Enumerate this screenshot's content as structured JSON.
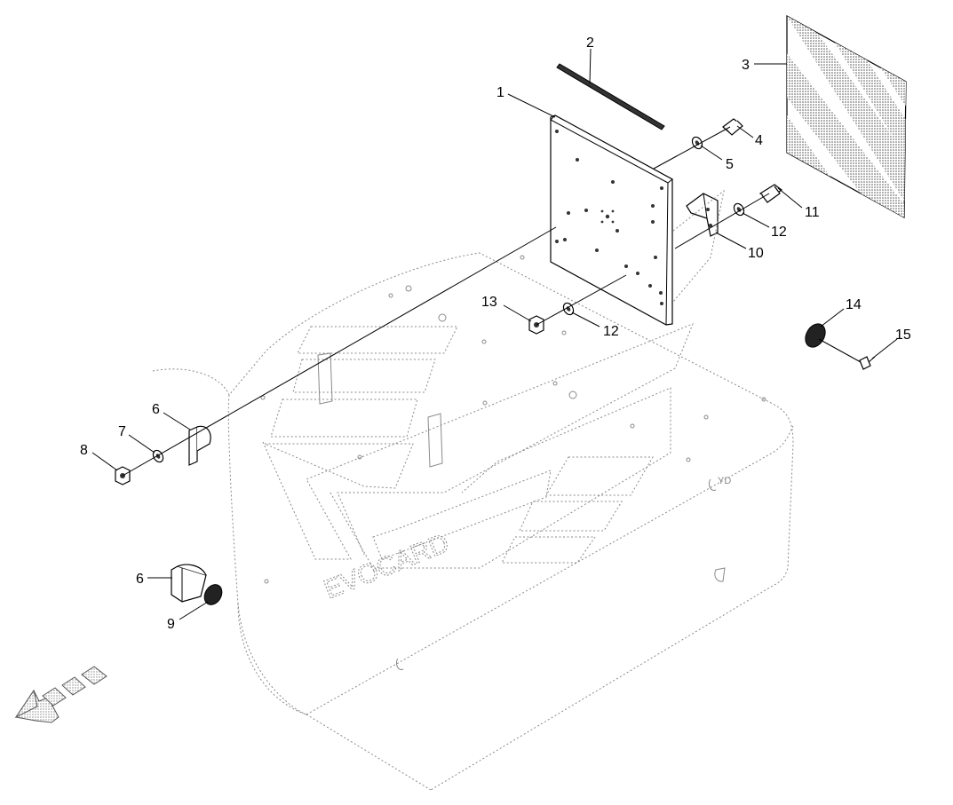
{
  "diagram": {
    "callouts": [
      {
        "id": "c1",
        "label": "1"
      },
      {
        "id": "c2",
        "label": "2"
      },
      {
        "id": "c3",
        "label": "3"
      },
      {
        "id": "c4",
        "label": "4"
      },
      {
        "id": "c5",
        "label": "5"
      },
      {
        "id": "c6a",
        "label": "6"
      },
      {
        "id": "c6b",
        "label": "6"
      },
      {
        "id": "c7",
        "label": "7"
      },
      {
        "id": "c8",
        "label": "8"
      },
      {
        "id": "c9",
        "label": "9"
      },
      {
        "id": "c10",
        "label": "10"
      },
      {
        "id": "c11",
        "label": "11"
      },
      {
        "id": "c12a",
        "label": "12"
      },
      {
        "id": "c12b",
        "label": "12"
      },
      {
        "id": "c13",
        "label": "13"
      },
      {
        "id": "c14",
        "label": "14"
      },
      {
        "id": "c15",
        "label": "15"
      }
    ]
  },
  "colors": {
    "ink": "#000000",
    "ghost": "#8a8a8a",
    "hatch": "#7a7a7a"
  }
}
